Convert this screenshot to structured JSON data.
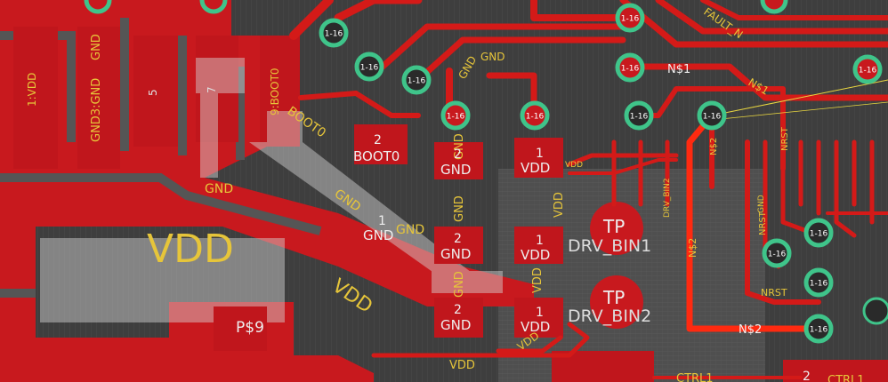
{
  "colors": {
    "background": "#3a3a3a",
    "copper": "#c8191e",
    "copper_bright": "#e01a14",
    "highlight_net": "#ff2a10",
    "pad_dark": "#c0161c",
    "via_ring": "#3fc48a",
    "silk_yellow": "#e6c53a",
    "silk_white": "#eeeeee",
    "silk_gray": "#cccccc",
    "overlay": "#bfbfbf",
    "ratsnest": "#e8d640"
  },
  "via_label": "1-16",
  "labels": {
    "vdd_pin": "1:VDD",
    "gnd_pin": "GND3:GND",
    "gnd_top": "GND",
    "pin5": "5",
    "pin7": "7",
    "boot_pin": "9:BOOT0",
    "boot0": "BOOT0",
    "gnd_a": "GND",
    "gnd_b": "GND",
    "gnd_c": "GND",
    "gnd_d": "GND",
    "gnd_e": "GND",
    "gnd_f": "GND",
    "gnd_g": "GND",
    "gnd_h": "GND",
    "vdd_big": "VDD",
    "vdd_diag": "VDD",
    "vdd_a": "VDD",
    "vdd_b": "VDD",
    "vdd_c": "VDD",
    "vdd_d": "VDD",
    "vdd_e": "VDD",
    "vdd_bottom": "VDD",
    "ps9": "P$9",
    "pad2_boot": "2",
    "pad2_a": "2",
    "pad2_b": "2",
    "pad2_c": "2",
    "pad1_gnd": "1",
    "pad1_a": "1",
    "pad1_b": "1",
    "pad1_c": "1",
    "tp": "TP",
    "tp2": "TP",
    "drv_bin1": "DRV_BIN1",
    "drv_bin2": "DRV_BIN2",
    "fault_n": "FAULT_N",
    "n1": "N$1",
    "n1_b": "N$1",
    "n2": "N$2",
    "n2_b": "N$2",
    "n2_c": "N$2",
    "nrst": "NRST",
    "nrst_b": "NRST",
    "nrst_c": "NRST",
    "ctrl1": "CTRL1",
    "ctrl1_b": "CTRL1",
    "pad2_ctrl": "2",
    "drv_bin2_small": "DRV_BIN2",
    "gnd_small": "GND",
    "vdd_small": "VDD"
  }
}
